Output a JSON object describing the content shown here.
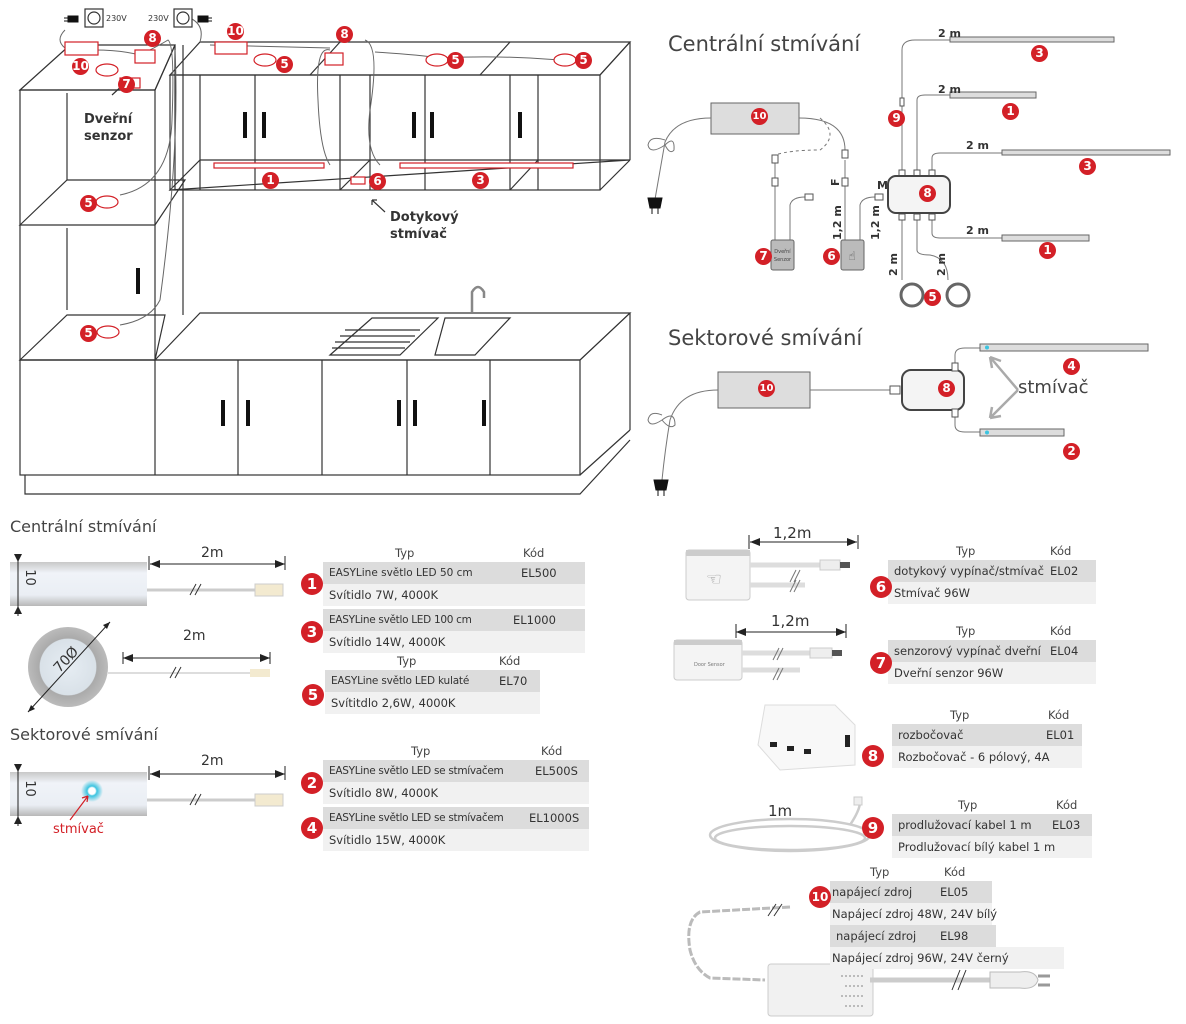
{
  "kitchen_diagram": {
    "socket_voltage_left": "230V",
    "socket_voltage_right": "230V",
    "door_sensor_label_line1": "Dveřní",
    "door_sensor_label_line2": "senzor",
    "touch_dimmer_label_line1": "Dotykový",
    "touch_dimmer_label_line2": "stmívač",
    "badges": [
      "10",
      "8",
      "7",
      "5",
      "10",
      "5",
      "8",
      "5",
      "5",
      "1",
      "6",
      "3",
      "5",
      "5"
    ]
  },
  "central_schema": {
    "title": "Centrální stmívání",
    "cable_labels": [
      "2 m",
      "2 m",
      "2 m",
      "2 m",
      "2 m",
      "2 m"
    ],
    "connector_f": "F",
    "connector_m": "M",
    "cable_12_left": "1,2 m",
    "cable_12_right": "1,2 m",
    "door_sensor_text_line1": "Dveřní",
    "door_sensor_text_line2": "Senzor",
    "badges": {
      "power": "10",
      "splitter": "8",
      "ext": "9",
      "door": "7",
      "touch": "6",
      "strip_top": "3",
      "strip_2": "1",
      "strip_3": "3",
      "strip_4": "1",
      "round": "5"
    }
  },
  "sector_schema": {
    "title": "Sektorové smívání",
    "dimmer_label": "stmívač",
    "badges": {
      "power": "10",
      "splitter": "8",
      "strip_top": "4",
      "strip_bottom": "2"
    }
  },
  "left_catalog": {
    "central_title": "Centrální stmívání",
    "sector_title": "Sektorové smívání",
    "dim_10": "10",
    "dim_2m": "2m",
    "dim_70": "70Ø",
    "dimmer_callout": "stmívač",
    "tables": [
      {
        "header_type": "Typ",
        "header_code": "Kód",
        "items": [
          {
            "badge": "1",
            "name": "EASYLine světlo LED 50 cm",
            "code": "EL500",
            "desc": "Svítidlo 7W, 4000K"
          },
          {
            "badge": "3",
            "name": "EASYLine světlo LED 100 cm",
            "code": "EL1000",
            "desc": "Svítidlo 14W, 4000K"
          }
        ]
      },
      {
        "header_type": "Typ",
        "header_code": "Kód",
        "items": [
          {
            "badge": "5",
            "name": "EASYLine světlo LED kulaté",
            "code": "EL70",
            "desc": "Svítitdlo 2,6W, 4000K"
          }
        ]
      },
      {
        "header_type": "Typ",
        "header_code": "Kód",
        "items": [
          {
            "badge": "2",
            "name": "EASYLine světlo LED se stmívačem",
            "code": "EL500S",
            "desc": "Svítidlo 8W, 4000K"
          },
          {
            "badge": "4",
            "name": "EASYLine světlo LED se stmívačem",
            "code": "EL1000S",
            "desc": "Svítidlo 15W, 4000K"
          }
        ]
      }
    ]
  },
  "right_catalog": {
    "touch_cable_len": "1,2m",
    "door_cable_len": "1,2m",
    "door_sensor_device_text": "Door Sensor",
    "ext_cable_len": "1m",
    "tables": [
      {
        "badge": "6",
        "header_type": "Typ",
        "header_code": "Kód",
        "name": "dotykový vypínač/stmívač",
        "code": "EL02",
        "desc": "Stmívač 96W"
      },
      {
        "badge": "7",
        "header_type": "Typ",
        "header_code": "Kód",
        "name": "senzorový vypínač dveřní",
        "code": "EL04",
        "desc": "Dveřní senzor 96W"
      },
      {
        "badge": "8",
        "header_type": "Typ",
        "header_code": "Kód",
        "name": "rozbočovač",
        "code": "EL01",
        "desc": "Rozbočovač - 6 pólový, 4A"
      },
      {
        "badge": "9",
        "header_type": "Typ",
        "header_code": "Kód",
        "name": "prodlužovací kabel 1 m",
        "code": "EL03",
        "desc": "Prodlužovací bílý kabel 1 m"
      }
    ],
    "power_table": {
      "badge": "10",
      "header_type": "Typ",
      "header_code": "Kód",
      "rows": [
        {
          "name": "napájecí zdroj",
          "code": "EL05"
        },
        {
          "desc": "Napájecí zdroj 48W, 24V bílý"
        },
        {
          "name": "napájecí zdroj",
          "code": "EL98"
        },
        {
          "desc": "Napájecí zdroj 96W, 24V černý"
        }
      ]
    }
  },
  "colors": {
    "accent_red": "#d32027",
    "line": "#333333",
    "table_dark": "#dcdcdc",
    "table_light": "#f1f1f1",
    "dimmer_blue": "#3cc4e0"
  }
}
